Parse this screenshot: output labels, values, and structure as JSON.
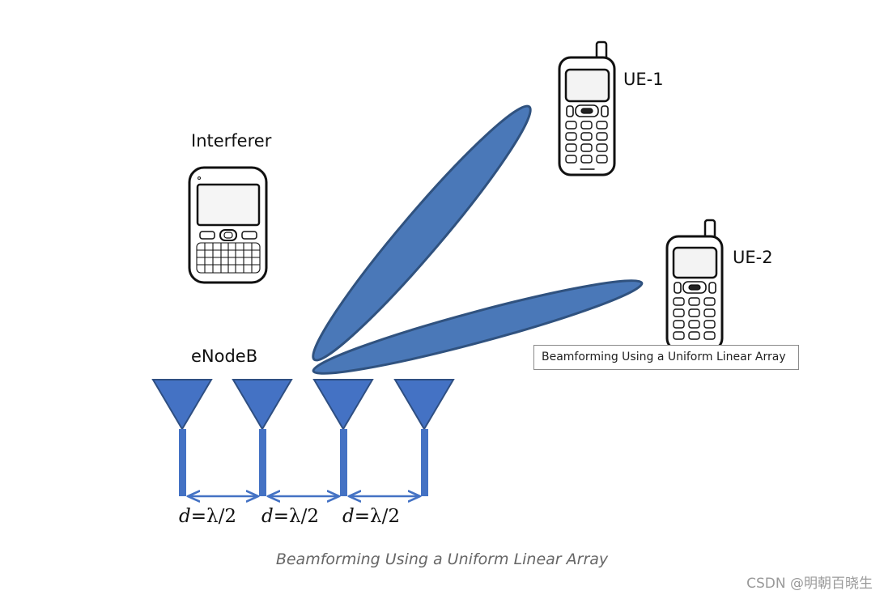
{
  "labels": {
    "ue1": "UE-1",
    "ue2": "UE-2",
    "interferer": "Interferer",
    "enodeb": "eNodeB"
  },
  "spacing": {
    "var": "d",
    "expr": "=λ/2"
  },
  "tooltip": "Beamforming Using a Uniform Linear Array",
  "caption": "Beamforming Using a Uniform Linear Array",
  "watermark": "CSDN @明朝百晓生",
  "colors": {
    "antenna": "#4472C4",
    "beam": "#4A78B8",
    "beam_outline": "#30527F"
  }
}
